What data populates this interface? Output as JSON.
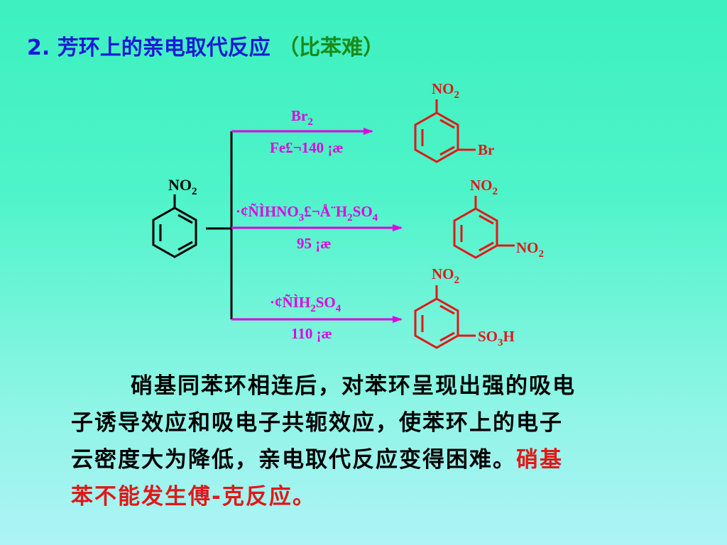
{
  "title": {
    "number": "2.",
    "text": "芳环上的亲电取代反应",
    "note": "（比苯难）"
  },
  "reactant": {
    "group": "NO",
    "group_sub": "2"
  },
  "reactions": [
    {
      "reagent_top": "Br",
      "reagent_top_sub": "2",
      "conditions": "Fe£¬140 ¡æ",
      "product_top": "NO",
      "product_top_sub": "2",
      "product_meta": "Br",
      "product_meta_sub": ""
    },
    {
      "reagent_top_a": "·¢ÑÌHNO",
      "reagent_top_a_sub": "3",
      "reagent_top_b": "£¬Å¨H",
      "reagent_top_b_sub": "2",
      "reagent_top_c": "SO",
      "reagent_top_c_sub": "4",
      "conditions": "95 ¡æ",
      "product_top": "NO",
      "product_top_sub": "2",
      "product_meta": "NO",
      "product_meta_sub": "2"
    },
    {
      "reagent_top_a": "·¢ÑÌH",
      "reagent_top_a_sub": "2",
      "reagent_top_b": "SO",
      "reagent_top_b_sub": "4",
      "conditions": "110 ¡æ",
      "product_top": "NO",
      "product_top_sub": "2",
      "product_meta": "SO",
      "product_meta_sub": "3",
      "product_meta_tail": "H"
    }
  ],
  "paragraph": {
    "line1": "硝基同苯环相连后，对苯环呈现出强的吸电",
    "line2": "子诱导效应和吸电子共轭效应，使苯环上的电子",
    "line3_black": "云密度大为降低，亲电取代反应变得困难。",
    "line3_red": "硝基",
    "line4_red": "苯不能发生傅-克反应。"
  },
  "colors": {
    "title": "#1a1ad6",
    "title_note": "#1a8a1a",
    "reagent": "#e000e0",
    "product": "#e01818",
    "structure": "#000000"
  }
}
